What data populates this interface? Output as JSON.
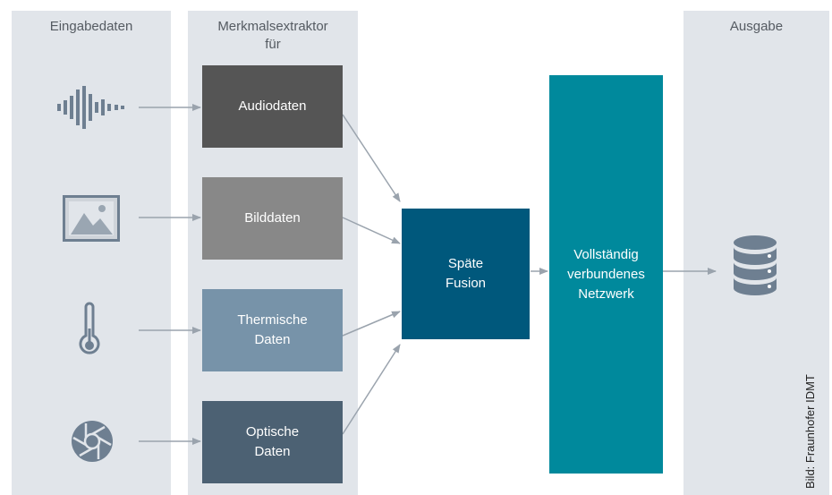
{
  "columns": {
    "input_title": "Eingabedaten",
    "extractor_title": "Merkmalsextraktor\nfür",
    "output_title": "Ausgabe"
  },
  "extractors": {
    "audio": "Audiodaten",
    "image": "Bilddaten",
    "thermal": "Thermische\nDaten",
    "optical": "Optische\nDaten"
  },
  "fusion_label": "Späte\nFusion",
  "network_label": "Vollständig\nverbundenes\nNetzwerk",
  "credit": "Bild: Fraunhofer IDMT",
  "colors": {
    "column_bg": "#e1e5ea",
    "audio": "#555555",
    "image": "#888888",
    "thermal": "#7793a9",
    "optical": "#4c6173",
    "fusion": "#00587c",
    "network": "#00899c",
    "icon": "#6e7f91",
    "arrow": "#9aa3ad"
  },
  "icons": [
    "waveform-icon",
    "image-icon",
    "thermometer-icon",
    "aperture-icon",
    "database-icon"
  ]
}
